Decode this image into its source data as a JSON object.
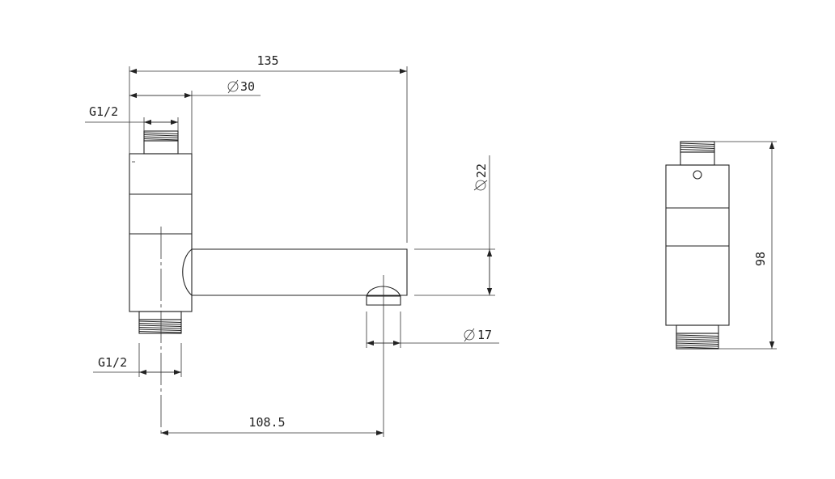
{
  "colors": {
    "line": "#222222",
    "background": "#ffffff"
  },
  "dimensions": {
    "total_length": "135",
    "body_diameter": "30",
    "thread_top": "G1/2",
    "thread_bottom": "G1/2",
    "spout_diameter": "22",
    "outlet_diameter": "17",
    "center_distance": "108.5",
    "height": "98"
  },
  "symbols": {
    "diameter_symbol": "diameter-symbol"
  }
}
